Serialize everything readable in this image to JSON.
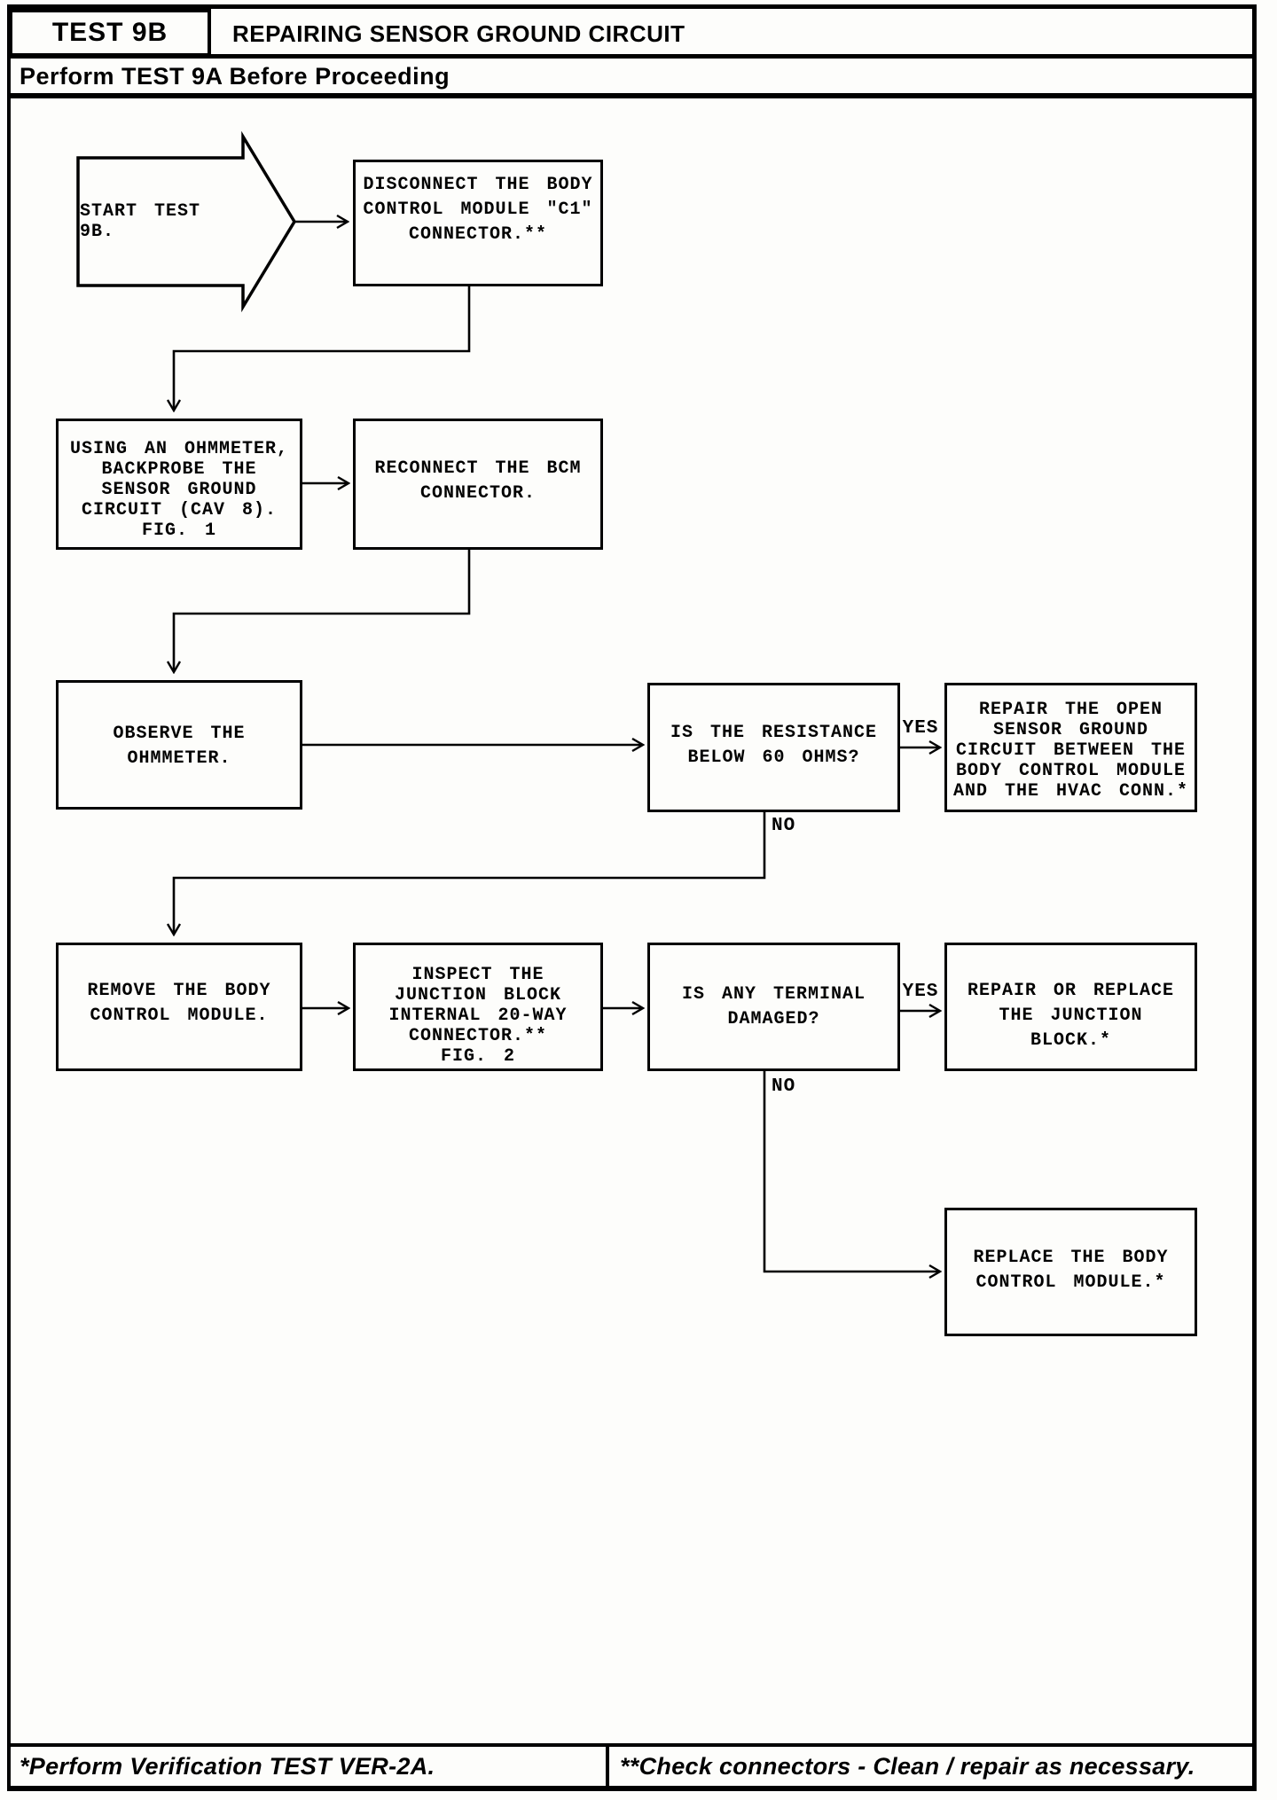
{
  "colors": {
    "ink": "#000000",
    "paper": "#fdfdfb"
  },
  "header": {
    "test_id": "TEST 9B",
    "title": "REPAIRING SENSOR GROUND CIRCUIT",
    "subtitle": "Perform TEST 9A Before Proceeding"
  },
  "flowchart": {
    "start": {
      "label": "START TEST 9B."
    },
    "branch_labels": {
      "yes": "YES",
      "no": "NO"
    },
    "nodes": {
      "disconnect": {
        "lines": [
          "DISCONNECT THE BODY",
          "CONTROL MODULE \"C1\"",
          "CONNECTOR.**"
        ]
      },
      "using": {
        "lines": [
          "USING AN OHMMETER,",
          "BACKPROBE THE",
          "SENSOR GROUND",
          "CIRCUIT (CAV 8).",
          "FIG. 1"
        ]
      },
      "reconnect": {
        "lines": [
          "RECONNECT THE BCM",
          "CONNECTOR."
        ]
      },
      "observe": {
        "lines": [
          "OBSERVE THE",
          "OHMMETER."
        ]
      },
      "resistance": {
        "lines": [
          "IS THE RESISTANCE",
          "BELOW 60 OHMS?"
        ]
      },
      "repair_open": {
        "lines": [
          "REPAIR THE OPEN",
          "SENSOR GROUND",
          "CIRCUIT BETWEEN THE",
          "BODY CONTROL MODULE",
          "AND THE HVAC CONN.*"
        ]
      },
      "remove": {
        "lines": [
          "REMOVE THE BODY",
          "CONTROL MODULE."
        ]
      },
      "inspect": {
        "lines": [
          "INSPECT THE",
          "JUNCTION BLOCK",
          "INTERNAL 20-WAY",
          "CONNECTOR.**",
          "FIG. 2"
        ]
      },
      "terminal": {
        "lines": [
          "IS ANY TERMINAL",
          "DAMAGED?"
        ]
      },
      "repair_jb": {
        "lines": [
          "REPAIR OR REPLACE",
          "THE JUNCTION",
          "BLOCK.*"
        ]
      },
      "replace_bcm": {
        "lines": [
          "REPLACE THE BODY",
          "CONTROL MODULE.*"
        ]
      }
    }
  },
  "footer": {
    "left_note": "*Perform Verification TEST VER-2A.",
    "right_note": "**Check connectors - Clean / repair as necessary."
  }
}
